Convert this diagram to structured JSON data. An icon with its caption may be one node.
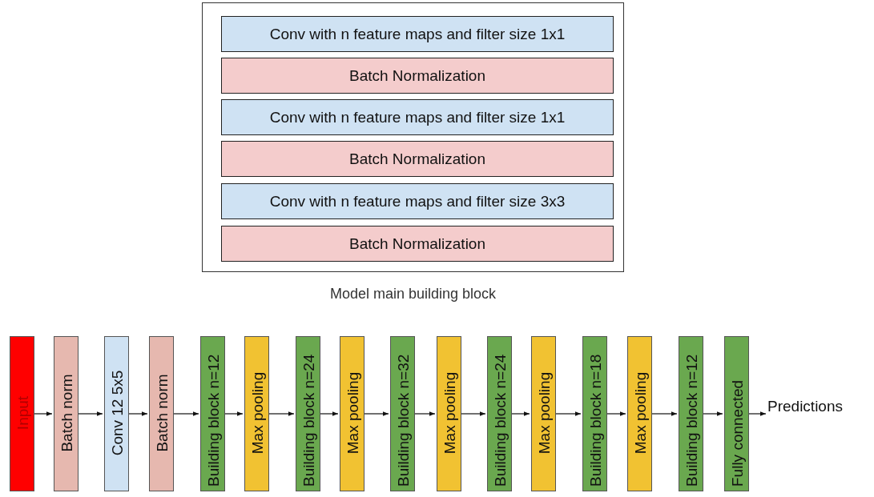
{
  "diagram": {
    "nodes": [
      {
        "text": [
          "Model main building block"
        ]
      },
      {
        "text": [
          "Conv with n feature maps and filter size 1x1"
        ],
        "in": 0
      },
      {
        "text": [
          "Batch Normalization"
        ],
        "in": 0
      },
      {
        "text": [
          "Conv with n feature maps and filter size 1x1"
        ],
        "in": 0
      },
      {
        "text": [
          "Batch Normalization"
        ],
        "in": 0
      },
      {
        "text": [
          "Conv with n feature maps and filter size 3x3"
        ],
        "in": 0
      },
      {
        "text": [
          "Batch Normalization"
        ],
        "in": 0
      },
      {
        "text": [
          "Input"
        ]
      },
      {
        "text": [
          "Batch norm"
        ]
      },
      {
        "text": [
          "Conv 12 5x5"
        ]
      },
      {
        "text": [
          "Batch norm"
        ]
      },
      {
        "text": [
          "Building block n=12"
        ]
      },
      {
        "text": [
          "Max pooling"
        ]
      },
      {
        "text": [
          "Building block n=24"
        ]
      },
      {
        "text": [
          "Max pooling"
        ]
      },
      {
        "text": [
          "Building block n=32"
        ]
      },
      {
        "text": [
          "Max pooling"
        ]
      },
      {
        "text": [
          "Building block n=24"
        ]
      },
      {
        "text": [
          "Max pooling"
        ]
      },
      {
        "text": [
          "Building block n=18"
        ]
      },
      {
        "text": [
          "Max pooling"
        ]
      },
      {
        "text": [
          "Building block n=12"
        ]
      },
      {
        "text": [
          "Fully connected"
        ]
      },
      {
        "text": [
          "Predictions"
        ]
      }
    ],
    "edges": [
      {
        "from": 7,
        "to": 8,
        "arrow": "to"
      },
      {
        "from": 8,
        "to": 9,
        "arrow": "to"
      },
      {
        "from": 9,
        "to": 10,
        "arrow": "to"
      },
      {
        "from": 10,
        "to": 11,
        "arrow": "to"
      },
      {
        "from": 11,
        "to": 12,
        "arrow": "to"
      },
      {
        "from": 12,
        "to": 13,
        "arrow": "to"
      },
      {
        "from": 13,
        "to": 14,
        "arrow": "to"
      },
      {
        "from": 14,
        "to": 15,
        "arrow": "to"
      },
      {
        "from": 15,
        "to": 16,
        "arrow": "to"
      },
      {
        "from": 16,
        "to": 17,
        "arrow": "to"
      },
      {
        "from": 17,
        "to": 18,
        "arrow": "to"
      },
      {
        "from": 18,
        "to": 19,
        "arrow": "to"
      },
      {
        "from": 19,
        "to": 20,
        "arrow": "to"
      },
      {
        "from": 20,
        "to": 21,
        "arrow": "to"
      },
      {
        "from": 21,
        "to": 22,
        "arrow": "to"
      },
      {
        "from": 22,
        "to": 23,
        "arrow": "to"
      }
    ]
  }
}
